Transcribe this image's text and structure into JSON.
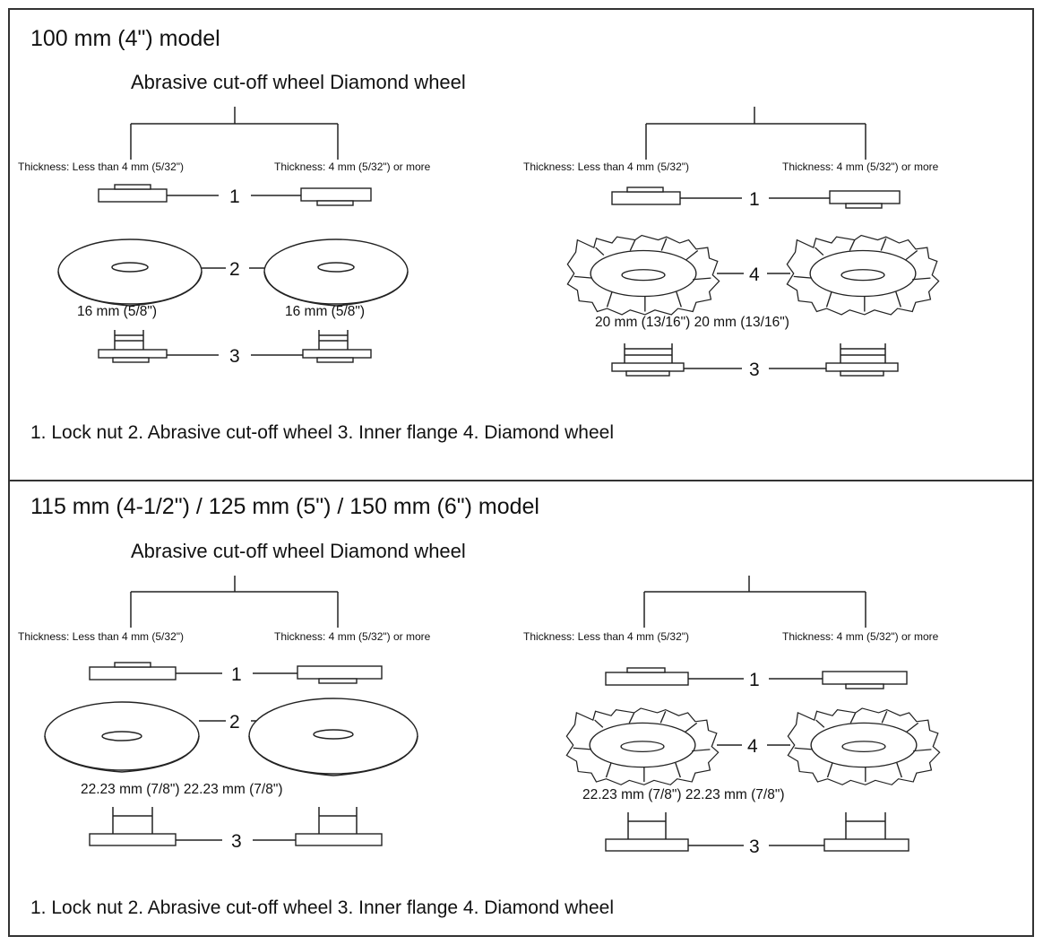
{
  "panels": [
    {
      "title": "100 mm (4\") model",
      "header": "Abrasive cut-off wheel Diamond wheel",
      "abrasive": {
        "thin_label": "Thickness: Less than 4 mm (5/32\")",
        "thick_label": "Thickness: 4 mm (5/32\") or more",
        "callout_1": "1",
        "callout_2": "2",
        "callout_3": "3",
        "dim_left": "16 mm (5/8\")",
        "dim_right": "16 mm (5/8\")"
      },
      "diamond": {
        "thin_label": "Thickness: Less than 4 mm (5/32\")",
        "thick_label": "Thickness: 4 mm (5/32\") or more",
        "callout_1": "1",
        "callout_4": "4",
        "callout_3": "3",
        "dim": "20 mm (13/16\") 20 mm (13/16\")"
      },
      "legend": "1. Lock nut 2. Abrasive cut-off wheel 3. Inner flange 4. Diamond wheel"
    },
    {
      "title": "115 mm (4-1/2\") / 125 mm (5\") / 150 mm (6\") model",
      "header": "Abrasive cut-off wheel Diamond wheel",
      "abrasive": {
        "thin_label": "Thickness: Less than 4 mm (5/32\")",
        "thick_label": "Thickness: 4 mm (5/32\") or more",
        "callout_1": "1",
        "callout_2": "2",
        "callout_3": "3",
        "dim": "22.23 mm (7/8\") 22.23 mm (7/8\")"
      },
      "diamond": {
        "thin_label": "Thickness: Less than 4 mm (5/32\")",
        "thick_label": "Thickness: 4 mm (5/32\") or more",
        "callout_1": "1",
        "callout_4": "4",
        "callout_3": "3",
        "dim": "22.23 mm (7/8\") 22.23 mm (7/8\")"
      },
      "legend": "1. Lock nut 2. Abrasive cut-off wheel 3. Inner flange 4. Diamond wheel"
    }
  ]
}
